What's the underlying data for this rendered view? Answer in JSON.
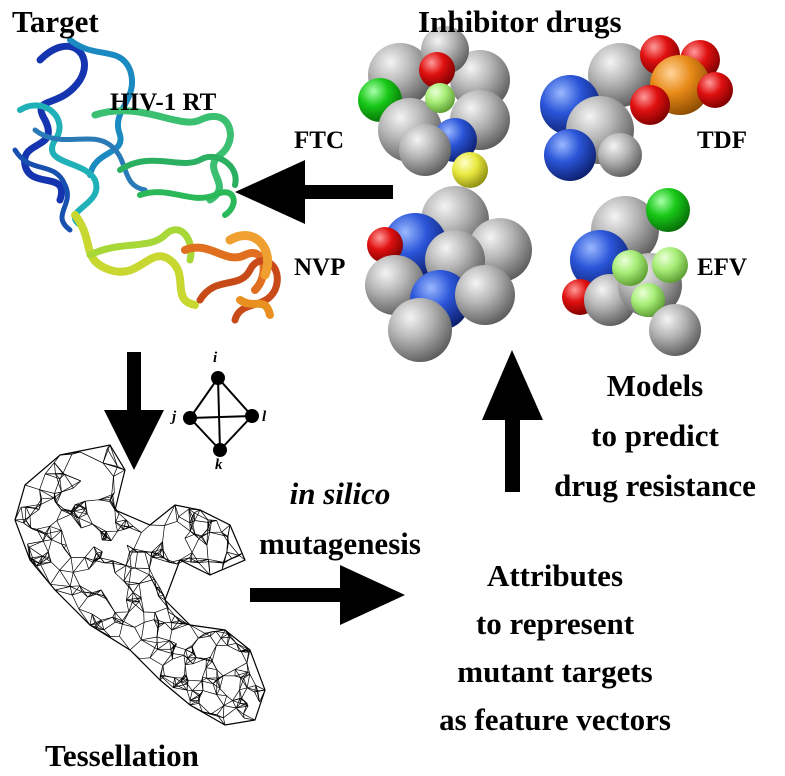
{
  "labels": {
    "target": "Target",
    "inhibitor_drugs": "Inhibitor drugs",
    "protein": "HIV-1 RT",
    "drug_ftc": "FTC",
    "drug_tdf": "TDF",
    "drug_nvp": "NVP",
    "drug_efv": "EFV",
    "models": [
      "Models",
      "to predict",
      "drug resistance"
    ],
    "in_silico_italic": "in silico",
    "mutagenesis": "mutagenesis",
    "attributes": [
      "Attributes",
      "to represent",
      "mutant targets",
      "as feature vectors"
    ],
    "tessellation": "Tessellation",
    "tetra_vertices": {
      "i": "i",
      "j": "j",
      "k": "k",
      "l": "l"
    }
  },
  "colors": {
    "carbon": "#9a9a9a",
    "oxygen": "#e01010",
    "nitrogen": "#2a55d8",
    "chlorine": "#18c818",
    "fluorine": "#a8ee78",
    "sulfur": "#e8e840",
    "phosphorus": "#e88a18",
    "arrow": "#000000"
  }
}
